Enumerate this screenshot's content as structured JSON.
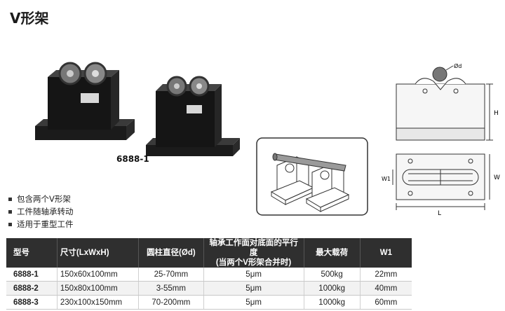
{
  "page": {
    "title": "V形架"
  },
  "product": {
    "model_label": "6888-1"
  },
  "features": [
    {
      "text": "包含两个V形架"
    },
    {
      "text": "工件随轴承转动"
    },
    {
      "text": "适用于重型工件"
    }
  ],
  "drawing": {
    "label_diameter": "Ød",
    "label_h": "H",
    "label_w": "W",
    "label_w1": "W1",
    "label_l": "L"
  },
  "table": {
    "headers": [
      "型号",
      "尺寸(LxWxH)",
      "圆柱直径(Ød)",
      "轴承工作面对底面的平行度",
      "(当两个V形架合并时)",
      "最大载荷",
      "W1"
    ],
    "rows": [
      [
        "6888-1",
        "150x60x100mm",
        "25-70mm",
        "5μm",
        "500kg",
        "22mm"
      ],
      [
        "6888-2",
        "150x80x100mm",
        "3-55mm",
        "5μm",
        "1000kg",
        "40mm"
      ],
      [
        "6888-3",
        "230x100x150mm",
        "70-200mm",
        "5μm",
        "1000kg",
        "60mm"
      ]
    ]
  }
}
